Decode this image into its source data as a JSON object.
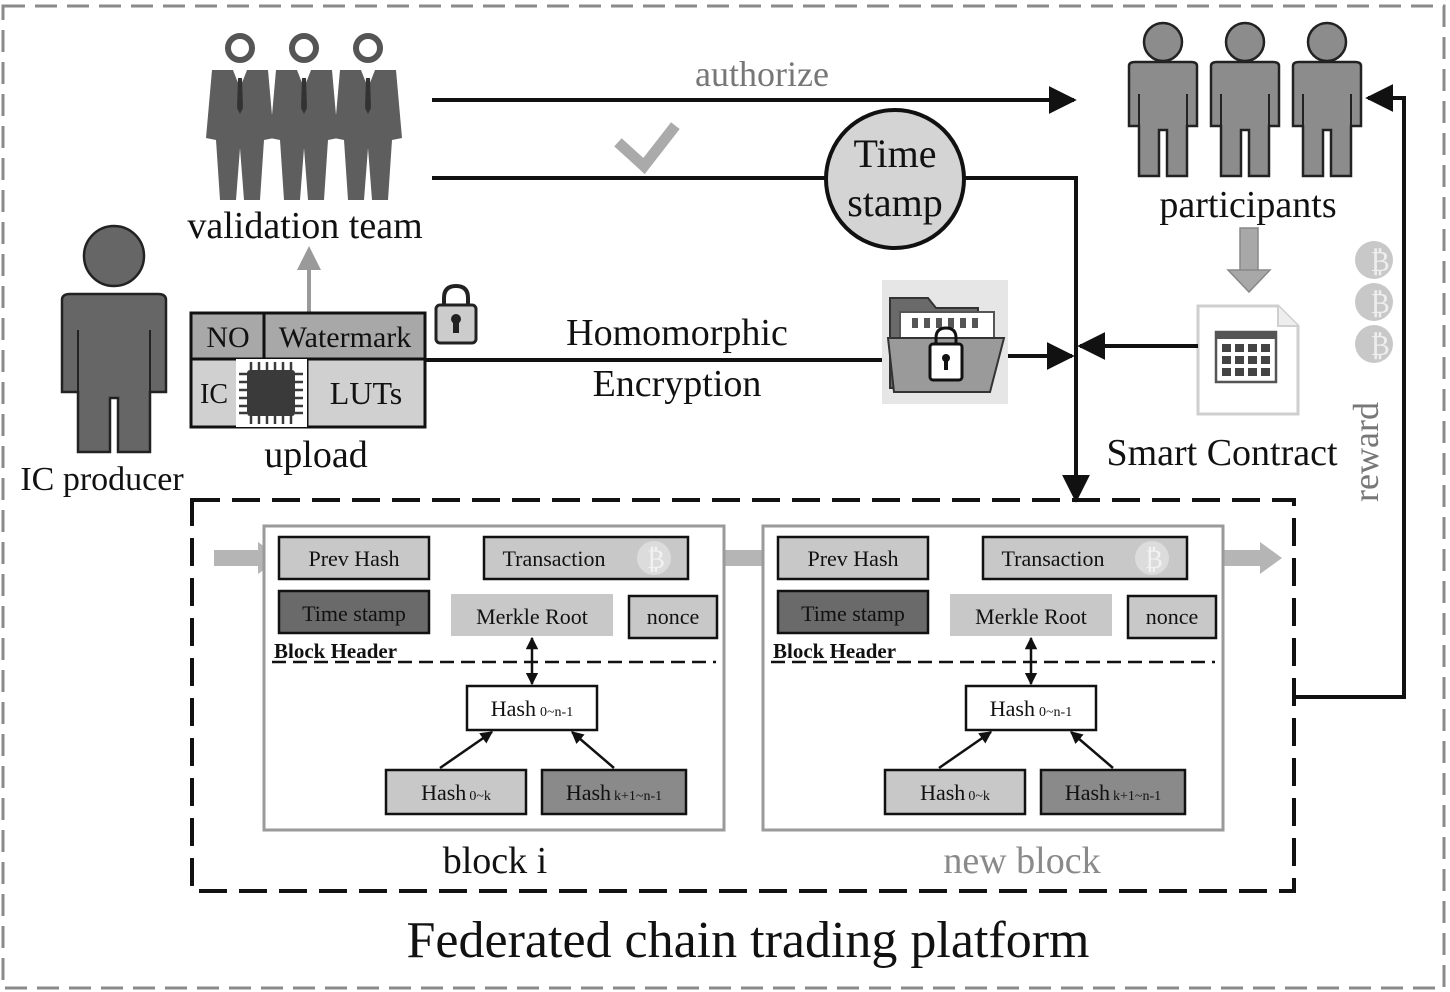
{
  "labels": {
    "authorize": "authorize",
    "validation_team": "validation team",
    "participants": "participants",
    "time_stamp_line1": "Time",
    "time_stamp_line2": "stamp",
    "homomorphic_line1": "Homomorphic",
    "homomorphic_line2": "Encryption",
    "ic_producer": "IC producer",
    "upload": "upload",
    "smart_contract": "Smart Contract",
    "reward": "reward",
    "platform": "Federated chain trading platform"
  },
  "ic_package": {
    "no": "NO",
    "watermark": "Watermark",
    "ic": "IC",
    "luts": "LUTs"
  },
  "blocks": [
    {
      "caption": "block i",
      "prev_hash": "Prev Hash",
      "transaction": "Transaction",
      "time_stamp": "Time stamp",
      "merkle_root": "Merkle Root",
      "nonce": "nonce",
      "header": "Block Header",
      "hash_root": "Hash",
      "hash_root_sub": "0~n-1",
      "hash_left": "Hash",
      "hash_left_sub": "0~k",
      "hash_right": "Hash",
      "hash_right_sub": "k+1~n-1"
    },
    {
      "caption": "new block",
      "prev_hash": "Prev Hash",
      "transaction": "Transaction",
      "time_stamp": "Time stamp",
      "merkle_root": "Merkle Root",
      "nonce": "nonce",
      "header": "Block Header",
      "hash_root": "Hash",
      "hash_root_sub": "0~n-1",
      "hash_left": "Hash",
      "hash_left_sub": "0~k",
      "hash_right": "Hash",
      "hash_right_sub": "k+1~n-1"
    }
  ],
  "coin_symbol": "₿",
  "colors": {
    "line": "#111111",
    "gray_arrow": "#9a9a9a",
    "person_dark": "#666666",
    "person_mid": "#8c8c8c",
    "box_light": "#c6c6c6",
    "box_mid": "#a8a8a8",
    "box_dark": "#6a6a6a",
    "caption_gray": "#8a8a8a"
  }
}
